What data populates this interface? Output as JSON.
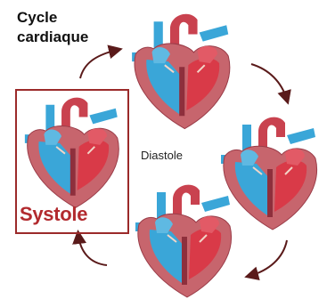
{
  "title": {
    "line1": "Cycle",
    "line2": "cardiaque"
  },
  "center_label": "Diastole",
  "highlight_label": "Systole",
  "colors": {
    "highlight": "#b22a2e",
    "myocardium": "#c7656d",
    "oxygenated": "#d93a48",
    "deoxygenated": "#3aa6d8",
    "arrow": "#5a1a1a"
  },
  "hearts": [
    {
      "name": "heart-top",
      "phase": "atria-filling"
    },
    {
      "name": "heart-right",
      "phase": "atria-contracting"
    },
    {
      "name": "heart-bottom",
      "phase": "ventricles-filling"
    },
    {
      "name": "heart-left",
      "phase": "ventricles-contracting"
    }
  ],
  "cycle_arrows": 4
}
